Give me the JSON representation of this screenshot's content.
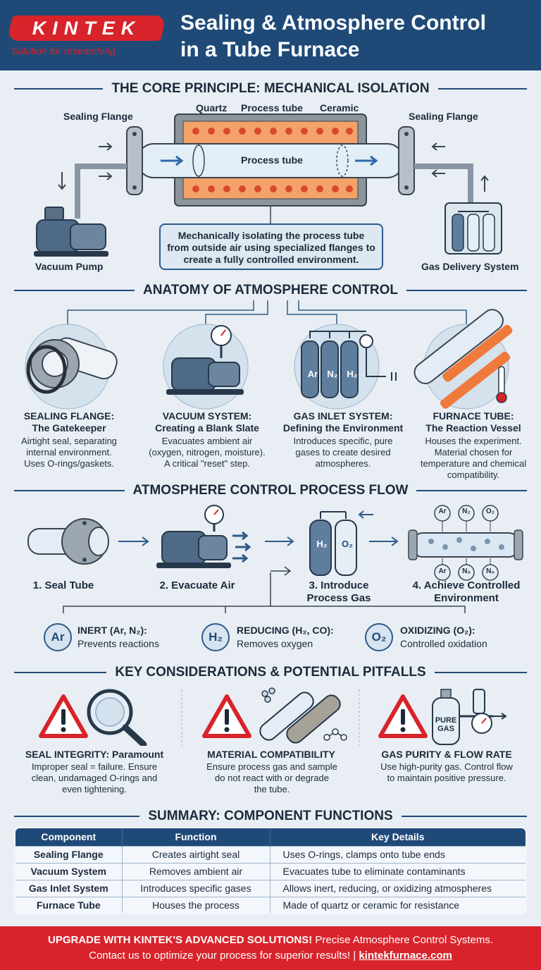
{
  "header": {
    "logo": "KINTEK",
    "tagline": "Solution for researching",
    "title_line1": "Sealing & Atmosphere Control",
    "title_line2": "in a Tube Furnace"
  },
  "section1": {
    "title": "THE CORE PRINCIPLE: MECHANICAL ISOLATION",
    "labels": {
      "left_flange": "Sealing Flange",
      "right_flange": "Sealing Flange",
      "quartz": "Quartz",
      "process_tube_top": "Process tube",
      "ceramic": "Ceramic",
      "process_tube_inner": "Process tube",
      "vacuum_pump": "Vacuum Pump",
      "gas_delivery": "Gas Delivery System"
    },
    "callout_line1": "Mechanically isolating the process tube",
    "callout_line2": "from outside air using specialized flanges to",
    "callout_line3": "create a fully controlled environment."
  },
  "section2": {
    "title": "ANATOMY OF ATMOSPHERE CONTROL",
    "cards": [
      {
        "title1": "SEALING FLANGE:",
        "title2": "The Gatekeeper",
        "d1": "Airtight seal, separating",
        "d2": "internal environment.",
        "d3": "Uses O-rings/gaskets.",
        "d4": ""
      },
      {
        "title1": "VACUUM SYSTEM:",
        "title2": "Creating a Blank Slate",
        "d1": "Evacuates ambient air",
        "d2": "(oxygen, nitrogen, moisture).",
        "d3": "A critical \"reset\" step.",
        "d4": ""
      },
      {
        "title1": "GAS INLET SYSTEM:",
        "title2": "Defining the Environment",
        "d1": "Introduces specific, pure",
        "d2": "gases to create desired",
        "d3": "atmospheres.",
        "d4": ""
      },
      {
        "title1": "FURNACE TUBE:",
        "title2": "The Reaction Vessel",
        "d1": "Houses the experiment.",
        "d2": "Material chosen for",
        "d3": "temperature and chemical",
        "d4": "compatibility."
      }
    ],
    "tank_labels": [
      "Ar",
      "N₂",
      "H₂"
    ]
  },
  "section3": {
    "title": "ATMOSPHERE CONTROL PROCESS FLOW",
    "steps": [
      {
        "l1": "1. Seal Tube",
        "l2": ""
      },
      {
        "l1": "2. Evacuate Air",
        "l2": ""
      },
      {
        "l1": "3. Introduce",
        "l2": "Process Gas"
      },
      {
        "l1": "4. Achieve Controlled",
        "l2": "Environment"
      }
    ],
    "cylinder_labels": [
      "H₂",
      "O₂"
    ],
    "molecule_top": [
      "Ar",
      "N₂",
      "O₂"
    ],
    "molecule_bottom": [
      "Ar",
      "N₃",
      "N₀"
    ],
    "gas_types": [
      {
        "icon": "Ar",
        "title": "INERT (Ar, N₂):",
        "desc": "Prevents reactions"
      },
      {
        "icon": "H₂",
        "title": "REDUCING (H₂, CO):",
        "desc": "Removes oxygen"
      },
      {
        "icon": "O₂",
        "title": "OXIDIZING (O₂):",
        "desc": "Controlled oxidation"
      }
    ]
  },
  "section4": {
    "title": "KEY CONSIDERATIONS & POTENTIAL PITFALLS",
    "items": [
      {
        "title": "SEAL INTEGRITY: Paramount",
        "d1": "Improper seal = failure. Ensure",
        "d2": "clean, undamaged O-rings and",
        "d3": "even tightening."
      },
      {
        "title": "MATERIAL COMPATIBILITY",
        "d1": "Ensure process gas and sample",
        "d2": "do not react with or degrade",
        "d3": "the tube."
      },
      {
        "title": "GAS PURITY & FLOW RATE",
        "d1": "Use high-purity gas. Control flow",
        "d2": "to maintain positive pressure.",
        "d3": ""
      }
    ],
    "pure_gas_l1": "PURE",
    "pure_gas_l2": "GAS"
  },
  "section5": {
    "title": "SUMMARY: COMPONENT FUNCTIONS",
    "headers": [
      "Component",
      "Function",
      "Key Details"
    ],
    "rows": [
      [
        "Sealing Flange",
        "Creates airtight seal",
        "Uses O-rings, clamps onto tube ends"
      ],
      [
        "Vacuum System",
        "Removes ambient air",
        "Evacuates tube to eliminate contaminants"
      ],
      [
        "Gas Inlet System",
        "Introduces specific gases",
        "Allows inert, reducing, or oxidizing atmospheres"
      ],
      [
        "Furnace Tube",
        "Houses the process",
        "Made of quartz or ceramic for resistance"
      ]
    ]
  },
  "footer": {
    "bold1": "UPGRADE WITH KINTEK'S ADVANCED SOLUTIONS!",
    "text1": " Precise Atmosphere Control Systems.",
    "text2": "Contact us to optimize your process for superior results!  | ",
    "link": "kintekfurnace.com"
  },
  "colors": {
    "navy": "#1f4a78",
    "red": "#d8232a",
    "background": "#e8eef4",
    "heater_orange": "#f08a4b"
  }
}
